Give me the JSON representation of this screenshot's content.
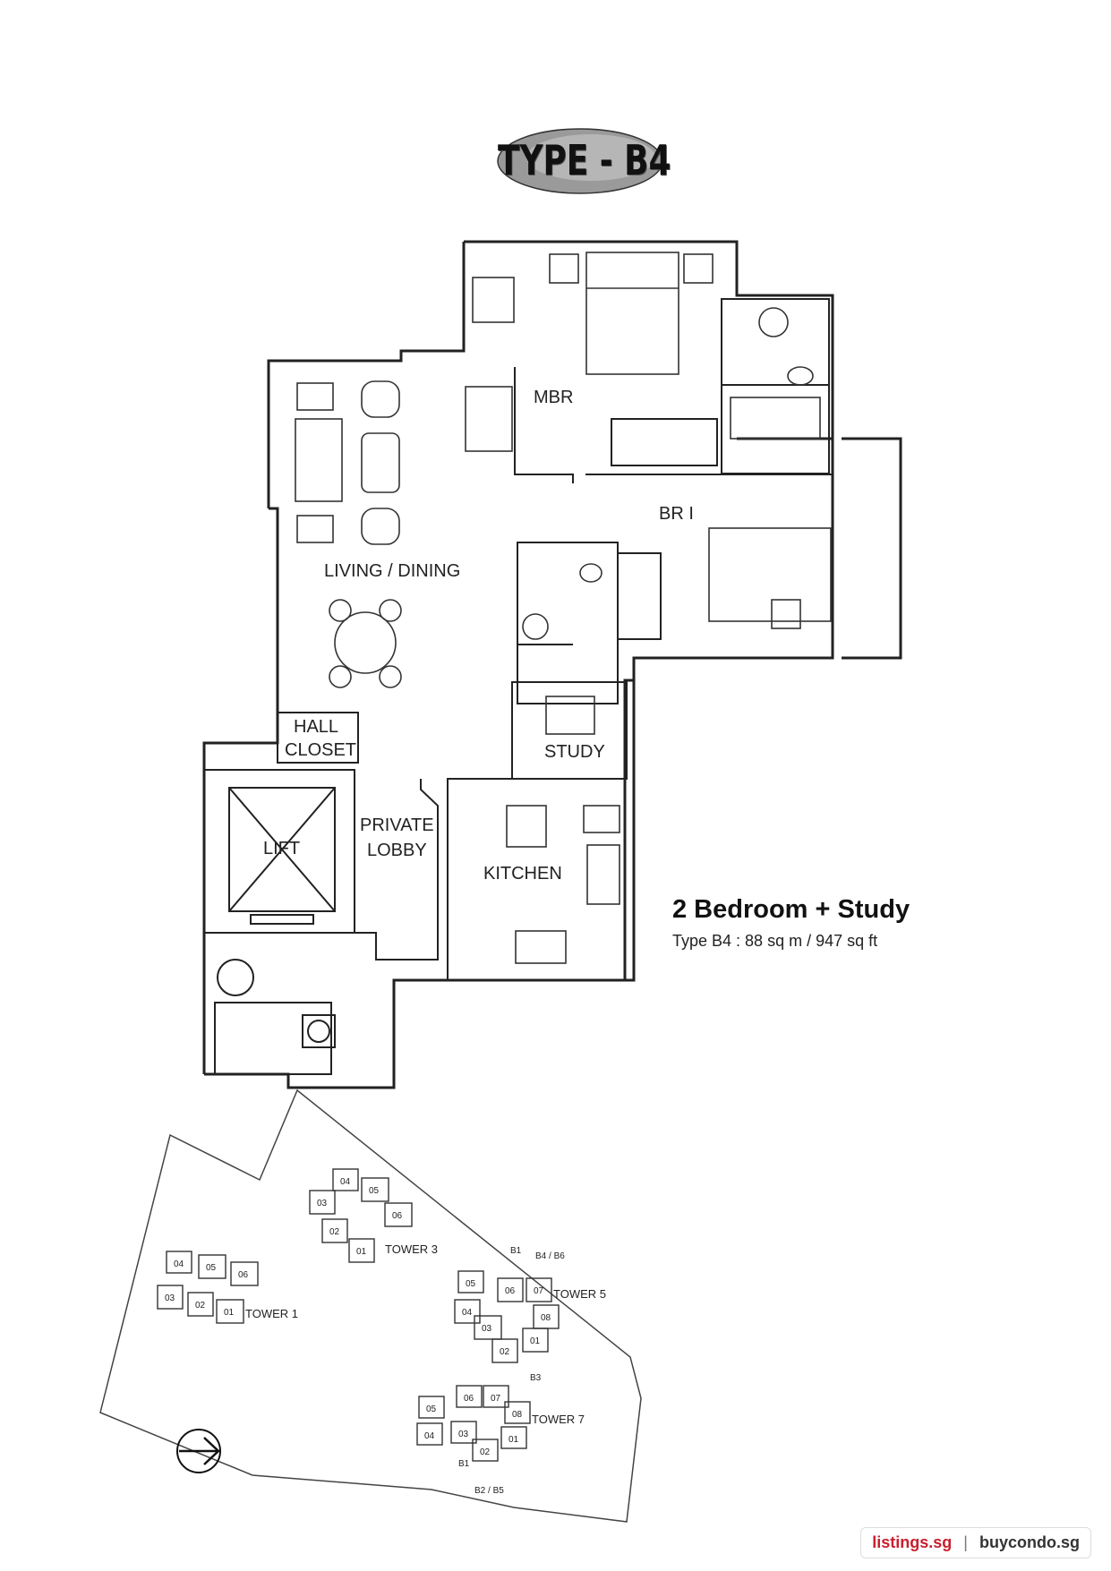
{
  "title": "TYPE - B4",
  "rooms": {
    "mbr": "MBR",
    "br1": "BR I",
    "living_dining": "LIVING / DINING",
    "hall": "HALL",
    "closet": "CLOSET",
    "study": "STUDY",
    "private": "PRIVATE",
    "lobby": "LOBBY",
    "lift": "LIFT",
    "kitchen": "KITCHEN"
  },
  "info": {
    "heading": "2 Bedroom + Study",
    "subheading": "Type B4 : 88 sq m / 947 sq ft"
  },
  "site_plan": {
    "tower_1": "TOWER 1",
    "tower_3": "TOWER 3",
    "tower_5": "TOWER 5",
    "tower_7": "TOWER 7",
    "tower_1_units": [
      "04",
      "05",
      "06",
      "03",
      "02",
      "01"
    ],
    "tower_3_units": [
      "04",
      "05",
      "03",
      "06",
      "02",
      "01"
    ],
    "tower_5_units": [
      "B1",
      "B4 / B6",
      "05",
      "06",
      "07",
      "04",
      "08",
      "03",
      "01",
      "02"
    ],
    "tower_7_units": [
      "B3",
      "06",
      "07",
      "05",
      "08",
      "04",
      "03",
      "01",
      "02",
      "B1",
      "B2 / B5"
    ]
  },
  "footer": {
    "site_a": "listings.sg",
    "separator": "|",
    "site_b": "buycondo.sg"
  },
  "colors": {
    "accent": "#c8202f",
    "line": "#222222",
    "ellipse": "#9a9a9a"
  },
  "icons": {
    "north_arrow": "arrow-right-circle-icon"
  }
}
